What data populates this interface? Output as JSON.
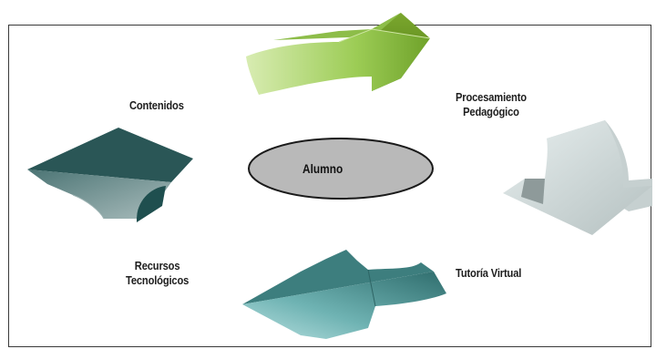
{
  "diagram": {
    "center": {
      "label": "Alumno"
    },
    "nodes": [
      {
        "id": "contenidos",
        "label": "Contenidos",
        "color": "#1f4f4f"
      },
      {
        "id": "procesamiento",
        "label_line1": "Procesamiento",
        "label_line2": "Pedagógico",
        "color": "#a9b3b3"
      },
      {
        "id": "tutoria",
        "label": "Tutoría Virtual",
        "color": "#5f9b9b"
      },
      {
        "id": "recursos",
        "label_line1": "Recursos",
        "label_line2": "Tecnológicos",
        "color": "#7fa89e"
      }
    ],
    "top_arrow_color": "#5e8f1e",
    "ellipse_fill": "#b9b9b9"
  }
}
